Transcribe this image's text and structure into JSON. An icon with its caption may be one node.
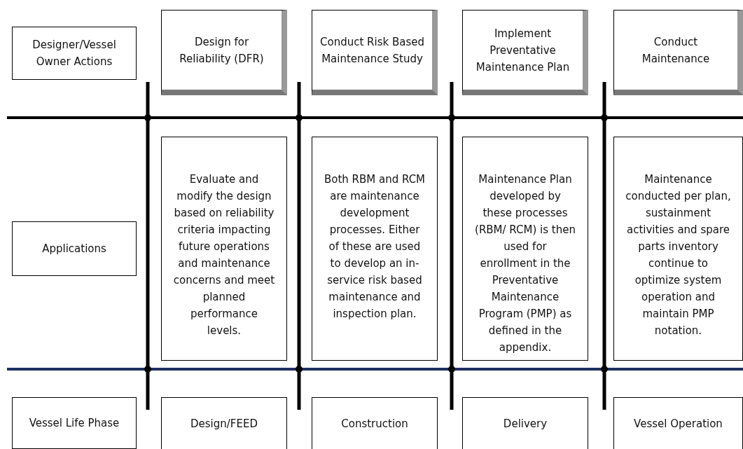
{
  "diagram": {
    "nodes": [
      {
        "text": [
          "Designer/Vessel Owner Actions"
        ]
      },
      {
        "text": [
          "Design for Reliability (DFR)"
        ]
      },
      {
        "text": [
          "Conduct Risk Based Maintenance Study"
        ]
      },
      {
        "text": [
          "Implement Preventative Maintenance Plan"
        ]
      },
      {
        "text": [
          "Conduct Maintenance"
        ]
      },
      {
        "text": [
          "Applications"
        ]
      },
      {
        "text": [
          "Evaluate and modify the design based on reliability criteria impacting future operations and maintenance concerns and meet planned performance levels."
        ]
      },
      {
        "text": [
          "Both RBM and RCM are maintenance development processes. Either of these are used to develop an in-service risk based maintenance and inspection plan."
        ]
      },
      {
        "text": [
          "Maintenance Plan developed by these processes (RBM/ RCM) is then used for enrollment in the Preventative Maintenance Program (PMP) as defined in the appendix."
        ]
      },
      {
        "text": [
          "Maintenance conducted per plan, sustainment activities and spare parts inventory continue to optimize system operation and maintain PMP notation."
        ]
      },
      {
        "text": [
          "Vessel Life Phase"
        ]
      },
      {
        "text": [
          "Design/FEED"
        ]
      },
      {
        "text": [
          "Construction"
        ]
      },
      {
        "text": [
          "Delivery"
        ]
      },
      {
        "text": [
          "Vessel Operation"
        ]
      }
    ]
  }
}
